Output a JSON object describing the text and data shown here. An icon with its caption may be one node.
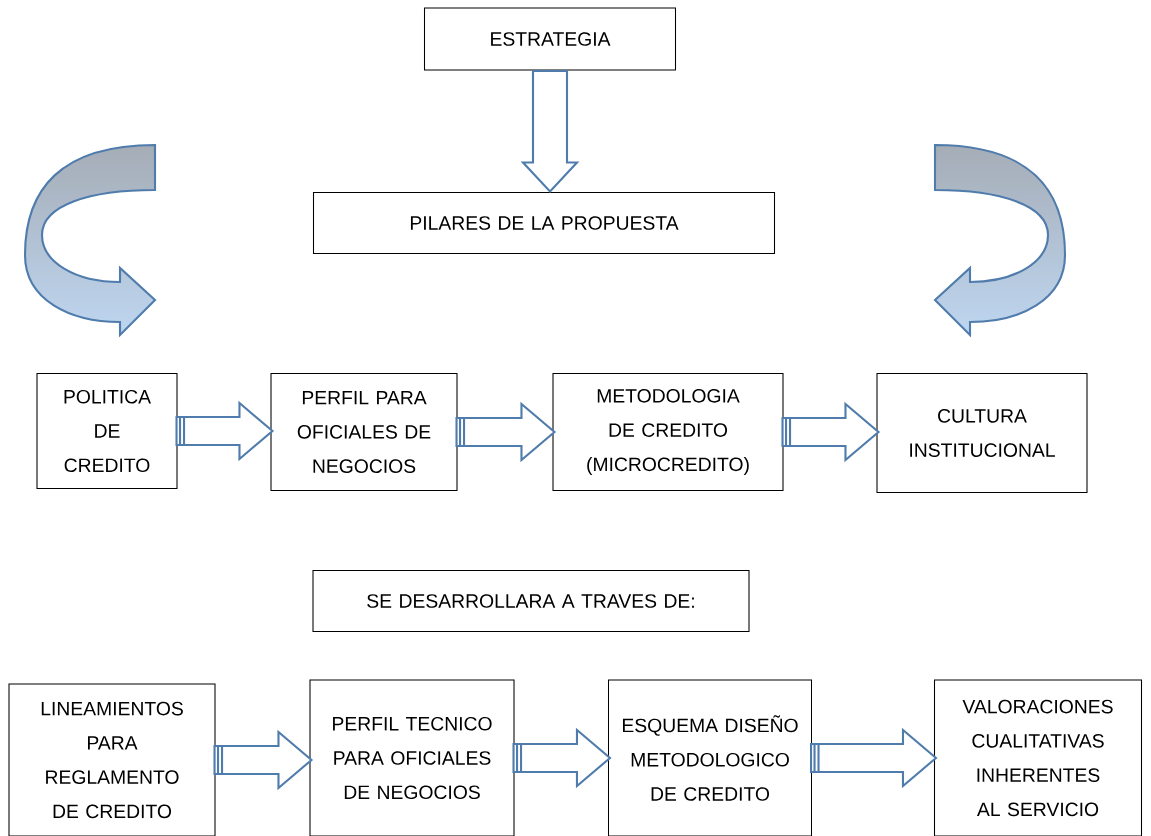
{
  "diagram": {
    "nodes": [
      {
        "text": [
          "ESTRATEGIA"
        ]
      },
      {
        "text": [
          "PILARES DE LA PROPUESTA"
        ]
      },
      {
        "text": [
          "POLITICA DE CREDITO"
        ]
      },
      {
        "text": [
          "PERFIL PARA OFICIALES DE NEGOCIOS"
        ]
      },
      {
        "text": [
          "METODOLOGIA DE CREDITO (MICROCREDITO)"
        ]
      },
      {
        "text": [
          "CULTURA INSTITUCIONAL"
        ]
      },
      {
        "text": [
          "SE DESARROLLARA A TRAVES DE:"
        ]
      },
      {
        "text": [
          "LINEAMIENTOS PARA REGLAMENTO DE CREDITO"
        ]
      },
      {
        "text": [
          "PERFIL TECNICO PARA OFICIALES DE NEGOCIOS"
        ]
      },
      {
        "text": [
          "ESQUEMA DISEÑO METODOLOGICO DE CREDITO"
        ]
      },
      {
        "text": [
          "VALORACIONES CUALITATIVAS INHERENTES AL SERVICIO"
        ]
      }
    ],
    "edges": [
      {
        "from": 0,
        "to": 1,
        "arrow": "to"
      },
      {
        "from": 2,
        "to": 3,
        "arrow": "to"
      },
      {
        "from": 3,
        "to": 4,
        "arrow": "to"
      },
      {
        "from": 4,
        "to": 5,
        "arrow": "to"
      },
      {
        "from": 7,
        "to": 8,
        "arrow": "to"
      },
      {
        "from": 8,
        "to": 9,
        "arrow": "to"
      },
      {
        "from": 9,
        "to": 10,
        "arrow": "to"
      }
    ]
  }
}
